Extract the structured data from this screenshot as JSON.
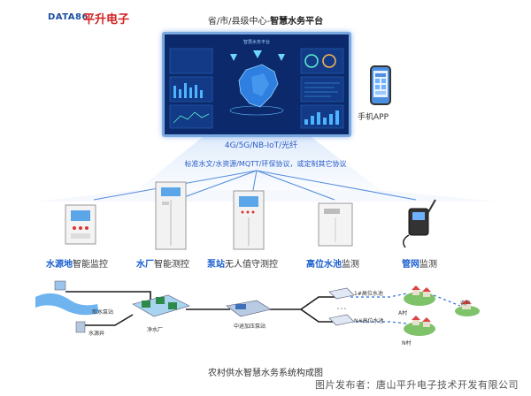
{
  "header": {
    "brand": "DATA86",
    "brand_cn": "平升电子",
    "platform_title_prefix": "省/市/县级中心-",
    "platform_title_bold": "智慧水务平台"
  },
  "dashboard": {
    "title": "智慧水务平台"
  },
  "mobile": {
    "label": "手机APP"
  },
  "network": {
    "label": "4G/5G/NB-IoT/光纤",
    "protocols": "标准水文/水资源/MQTT/环保协议，或定制其它协议"
  },
  "devices": [
    {
      "bold": "水源地",
      "rest": "智能监控"
    },
    {
      "bold": "水厂",
      "rest": "智能测控"
    },
    {
      "bold": "泵站",
      "rest": "无人值守测控"
    },
    {
      "bold": "高位水池",
      "rest": "监测"
    },
    {
      "bold": "管网",
      "rest": "监测"
    }
  ],
  "scene": {
    "intake_pump": "取水泵站",
    "well": "水源井",
    "plant": "净水厂",
    "booster": "中途加压泵站",
    "tank1": "1#高位水池",
    "tankN": "N#高位水池",
    "village_a": "A村",
    "village_n": "N村",
    "household": "农户"
  },
  "caption": "农村供水智慧水务系统构成图",
  "credit": "图片发布者：唐山平升电子技术开发有限公司",
  "colors": {
    "accent": "#1a5fcf",
    "dashboard_bg": "#0c2a6b",
    "beam": "#cfe0f7"
  }
}
